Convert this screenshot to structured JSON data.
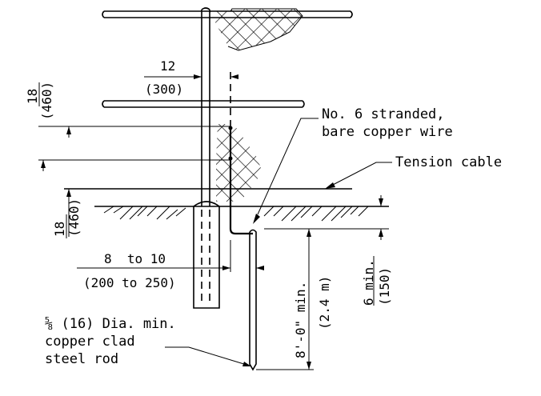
{
  "dimensions": {
    "rail_offset_in": "12",
    "rail_offset_mm": "(300)",
    "rail_to_ground_in": "18",
    "rail_to_ground_mm": "(460)",
    "post_to_rod_in": "8  to 10",
    "post_to_rod_mm": "(200 to 250)",
    "rod_depth_ft": "8'-0\" min.",
    "rod_depth_m": "(2.4 m)",
    "burial_in": "6 min.",
    "burial_mm": "(150)"
  },
  "callouts": {
    "wire_line1": "No. 6 stranded,",
    "wire_line2": "bare copper wire",
    "tension_cable": "Tension cable",
    "rod_line1": "⅝ (16) Dia. min.",
    "rod_line2": "copper clad",
    "rod_line3": "steel rod"
  }
}
